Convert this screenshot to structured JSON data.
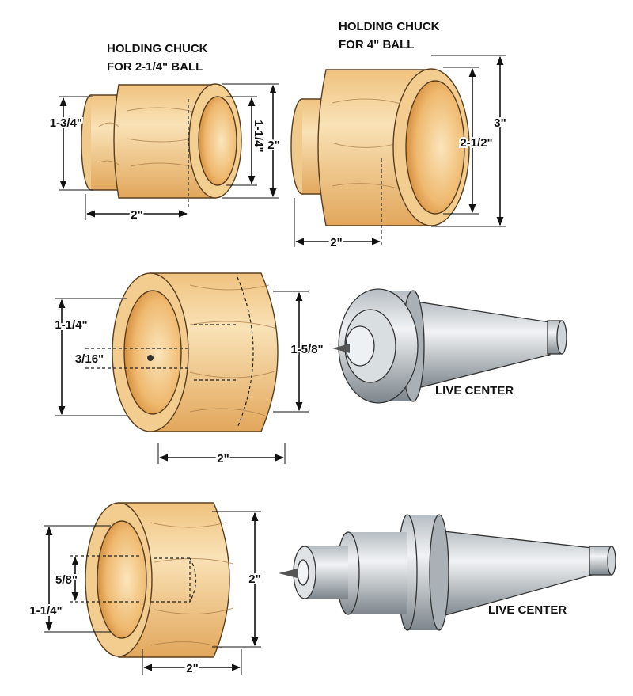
{
  "chuck_small": {
    "title_line1": "HOLDING CHUCK",
    "title_line2": "FOR 2-1/4\" BALL",
    "dim_tenon": "1-3/4\"",
    "dim_bore": "1-1/4\"",
    "dim_diameter": "2\"",
    "dim_length": "2\""
  },
  "chuck_large": {
    "title_line1": "HOLDING CHUCK",
    "title_line2": "FOR 4\" BALL",
    "dim_bore": "2-1/2\"",
    "dim_diameter": "3\"",
    "dim_length": "2\""
  },
  "chuck_middle": {
    "dim_bore": "1-1/4\"",
    "dim_hole": "3/16\"",
    "dim_diameter": "1-5/8\"",
    "dim_length": "2\""
  },
  "live_center_1": {
    "label": "LIVE CENTER"
  },
  "chuck_bottom": {
    "dim_bore": "1-1/4\"",
    "dim_recess": "5/8\"",
    "dim_diameter": "2\"",
    "dim_length": "2\""
  },
  "live_center_2": {
    "label": "LIVE CENTER"
  },
  "colors": {
    "wood_light": "#f7dcaa",
    "wood_dark": "#e3a85e",
    "metal_light": "#eef1f3",
    "metal_dark": "#8f989e"
  }
}
